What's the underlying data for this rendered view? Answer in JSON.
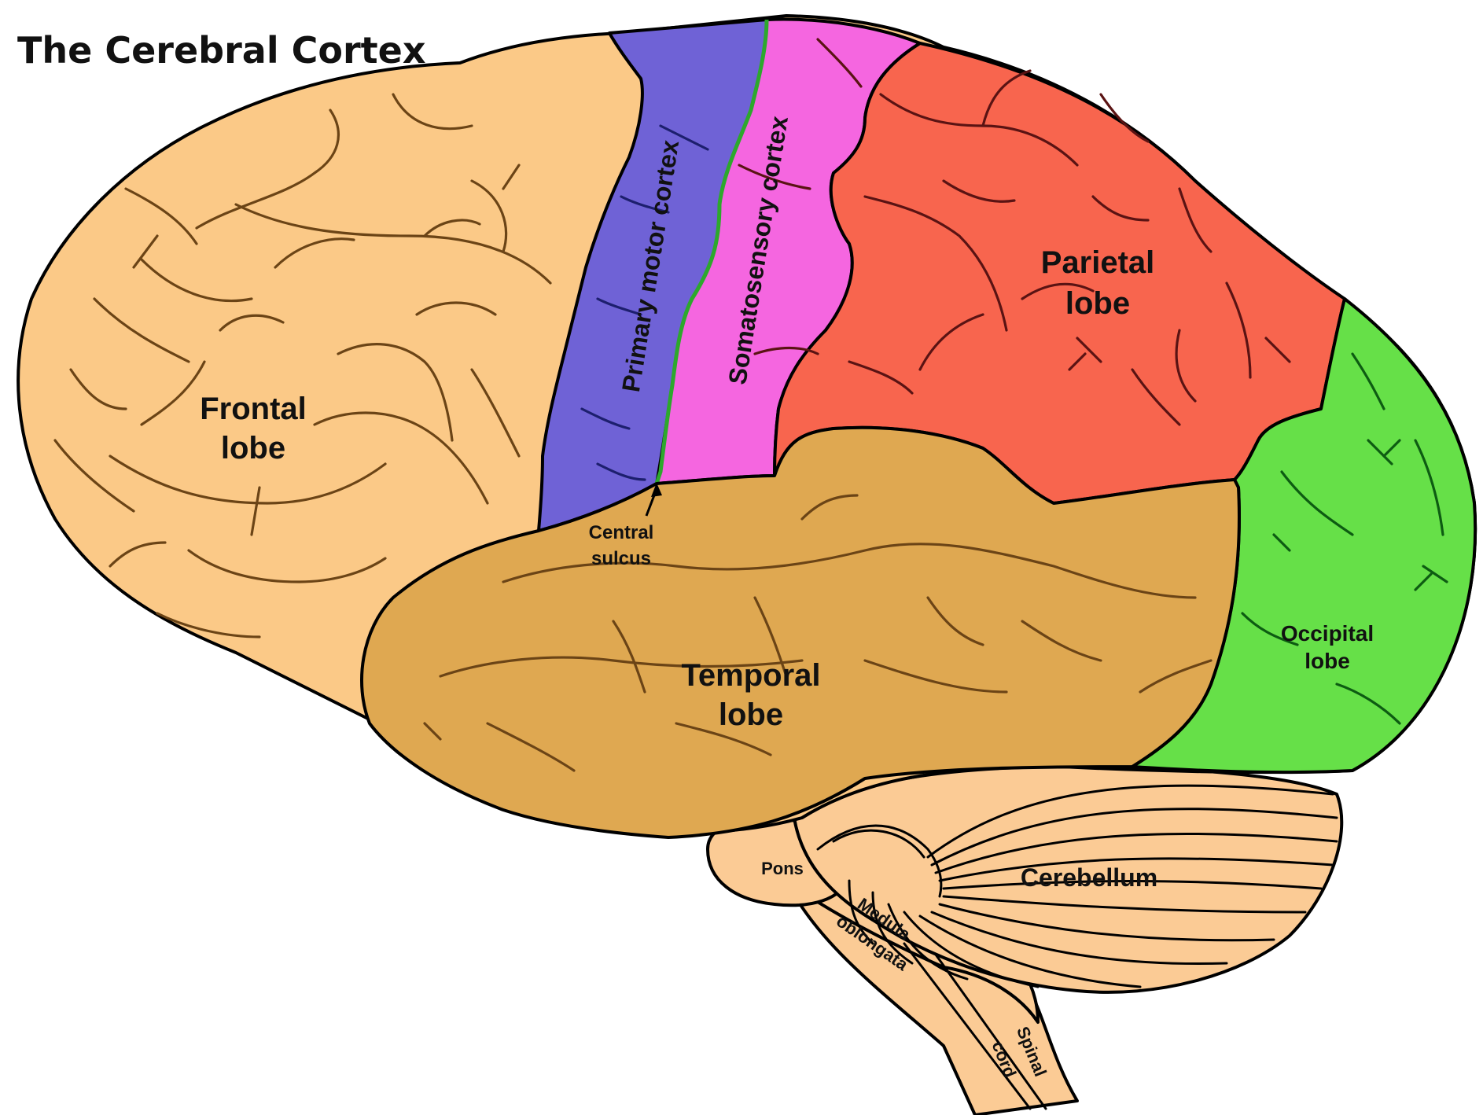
{
  "title": "The Cerebral Cortex",
  "labels": {
    "frontal": [
      "Frontal",
      "lobe"
    ],
    "motor": "Primary motor cortex",
    "somato": "Somatosensory cortex",
    "parietal": [
      "Parietal",
      "lobe"
    ],
    "occipital": [
      "Occipital",
      "lobe"
    ],
    "temporal": [
      "Temporal",
      "lobe"
    ],
    "central_sulcus": [
      "Central",
      "sulcus"
    ],
    "pons": "Pons",
    "medulla": [
      "Medula",
      "oblongata"
    ],
    "spinal": [
      "Spinal",
      "cord"
    ],
    "cerebellum": "Cerebellum"
  },
  "colors": {
    "frontal": "#fbc987",
    "motor": "#6f62d6",
    "somato": "#f566e0",
    "central_sulcus_line": "#2da82d",
    "parietal": "#f8654e",
    "occipital": "#66e048",
    "temporal": "#dfa851",
    "brainstem": "#fbcb95",
    "cerebellum": "#fbcb95"
  }
}
